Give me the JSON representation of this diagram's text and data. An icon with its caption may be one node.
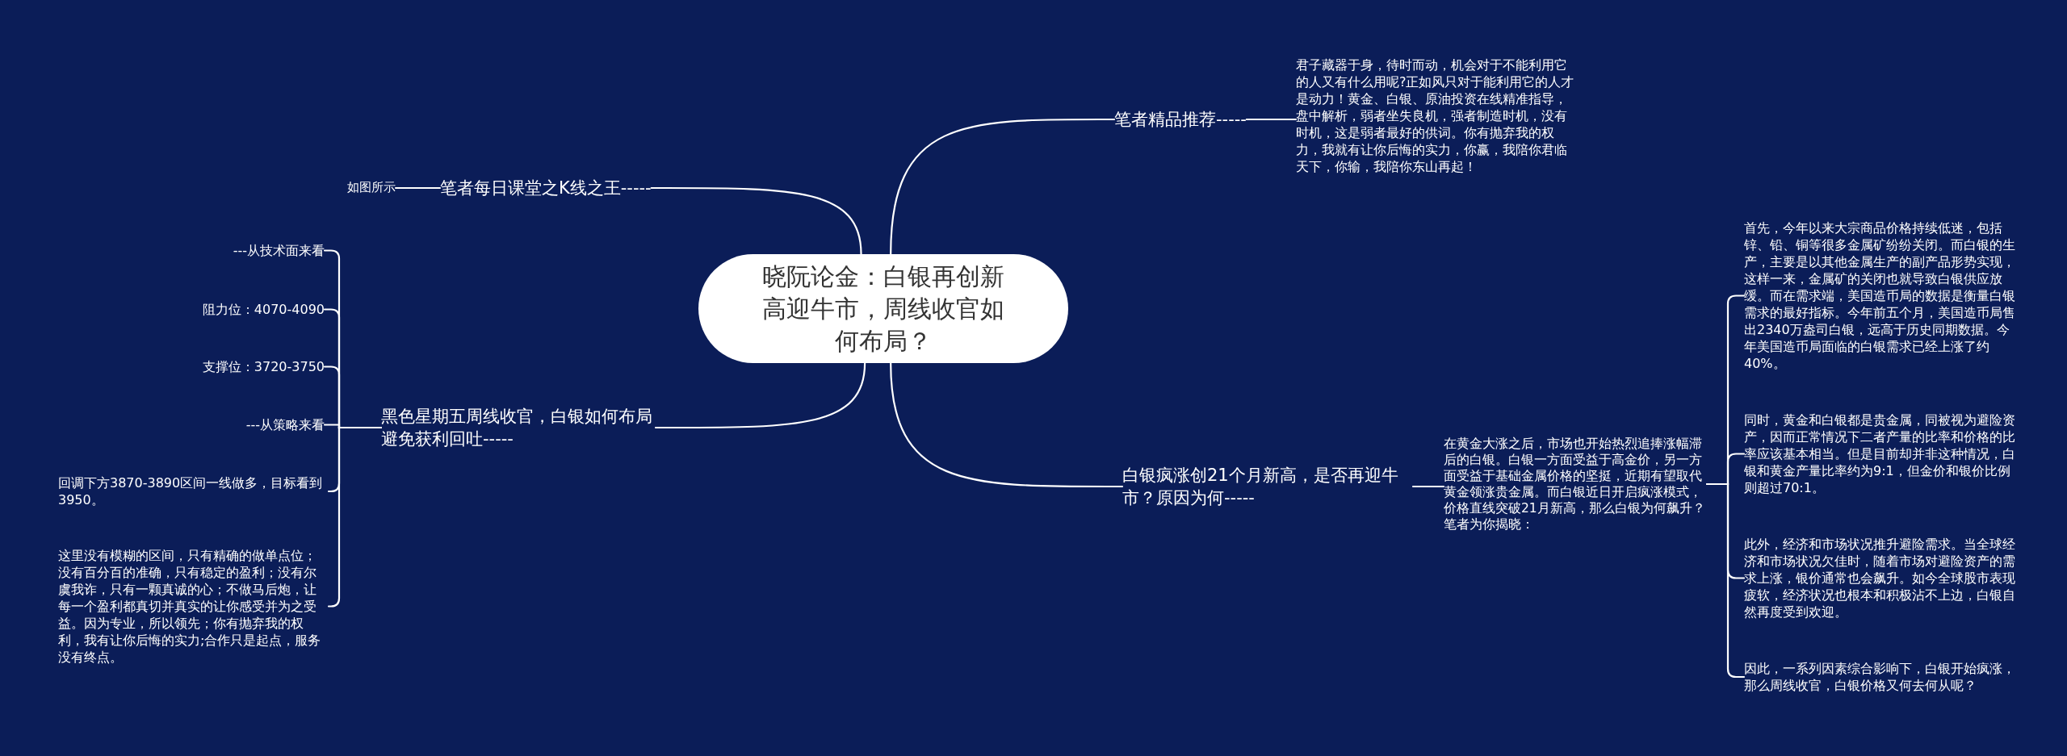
{
  "diagram": {
    "nodes": [
      {
        "text": [
          "晓阮论金：白银再创新高迎牛市，周线收官如何布局？"
        ]
      },
      {
        "text": [
          "笔者精品推荐-----"
        ]
      },
      {
        "text": [
          "君子藏器于身，待时而动，机会对于不能利用它的人又有什么用呢?正如风只对于能利用它的人才是动力！黄金、白银、原油投资在线精准指导，盘中解析，弱者坐失良机，强者制造时机，没有时机，这是弱者最好的供词。你有抛弃我的权力，我就有让你后悔的实力，你赢，我陪你君临天下，你输，我陪你东山再起！"
        ]
      },
      {
        "text": [
          "如图所示"
        ]
      },
      {
        "text": [
          "笔者每日课堂之K线之王-----"
        ]
      },
      {
        "text": [
          "---从技术面来看"
        ]
      },
      {
        "text": [
          "阻力位：4070-4090"
        ]
      },
      {
        "text": [
          "支撑位：3720-3750"
        ]
      },
      {
        "text": [
          "---从策略来看"
        ]
      },
      {
        "text": [
          "回调下方3870-3890区间一线做多，目标看到3950。"
        ]
      },
      {
        "text": [
          "这里没有模糊的区间，只有精确的做单点位；没有百分百的准确，只有稳定的盈利；没有尔虞我诈，只有一颗真诚的心；不做马后炮，让每一个盈利都真切并真实的让你感受并为之受益。因为专业，所以领先；你有抛弃我的权利，我有让你后悔的实力;合作只是起点，服务没有终点。"
        ]
      },
      {
        "text": [
          "黑色星期五周线收官，白银如何布局避免获利回吐-----"
        ]
      },
      {
        "text": [
          "白银疯涨创21个月新高，是否再迎牛市？原因为何-----"
        ]
      },
      {
        "text": [
          "在黄金大涨之后，市场也开始热烈追捧涨幅滞后的白银。白银一方面受益于高金价，另一方面受益于基础金属价格的坚挺，近期有望取代黄金领涨贵金属。而白银近日开启疯涨模式，价格直线突破21月新高，那么白银为何飙升？笔者为你揭晓："
        ]
      },
      {
        "text": [
          "首先，今年以来大宗商品价格持续低迷，包括锌、铅、铜等很多金属矿纷纷关闭。而白银的生产，主要是以其他金属生产的副产品形势实现，这样一来，金属矿的关闭也就导致白银供应放缓。而在需求端，美国造币局的数据是衡量白银需求的最好指标。今年前五个月，美国造币局售出2340万盎司白银，远高于历史同期数据。今年美国造币局面临的白银需求已经上涨了约40%。"
        ]
      },
      {
        "text": [
          "同时，黄金和白银都是贵金属，同被视为避险资产，因而正常情况下二者产量的比率和价格的比率应该基本相当。但是目前却并非这种情况，白银和黄金产量比率约为9:1，但金价和银价比例则超过70:1。"
        ]
      },
      {
        "text": [
          "此外，经济和市场状况推升避险需求。当全球经济和市场状况欠佳时，随着市场对避险资产的需求上涨，银价通常也会飙升。如今全球股市表现疲软，经济状况也根本和积极沾不上边，白银自然再度受到欢迎。"
        ]
      },
      {
        "text": [
          "因此，一系列因素综合影响下，白银开始疯涨，那么周线收官，白银价格又何去何从呢？"
        ]
      }
    ],
    "edges": [
      {
        "from": 0,
        "to": 1,
        "arrow": "none"
      },
      {
        "from": 1,
        "to": 2,
        "arrow": "none"
      },
      {
        "from": 0,
        "to": 4,
        "arrow": "none"
      },
      {
        "from": 4,
        "to": 3,
        "arrow": "none"
      },
      {
        "from": 0,
        "to": 11,
        "arrow": "none"
      },
      {
        "from": 11,
        "to": 5,
        "arrow": "none"
      },
      {
        "from": 11,
        "to": 6,
        "arrow": "none"
      },
      {
        "from": 11,
        "to": 7,
        "arrow": "none"
      },
      {
        "from": 11,
        "to": 8,
        "arrow": "none"
      },
      {
        "from": 11,
        "to": 9,
        "arrow": "none"
      },
      {
        "from": 11,
        "to": 10,
        "arrow": "none"
      },
      {
        "from": 0,
        "to": 12,
        "arrow": "none"
      },
      {
        "from": 12,
        "to": 13,
        "arrow": "none"
      },
      {
        "from": 13,
        "to": 14,
        "arrow": "none"
      },
      {
        "from": 13,
        "to": 15,
        "arrow": "none"
      },
      {
        "from": 13,
        "to": 16,
        "arrow": "none"
      },
      {
        "from": 13,
        "to": 17,
        "arrow": "none"
      }
    ]
  }
}
